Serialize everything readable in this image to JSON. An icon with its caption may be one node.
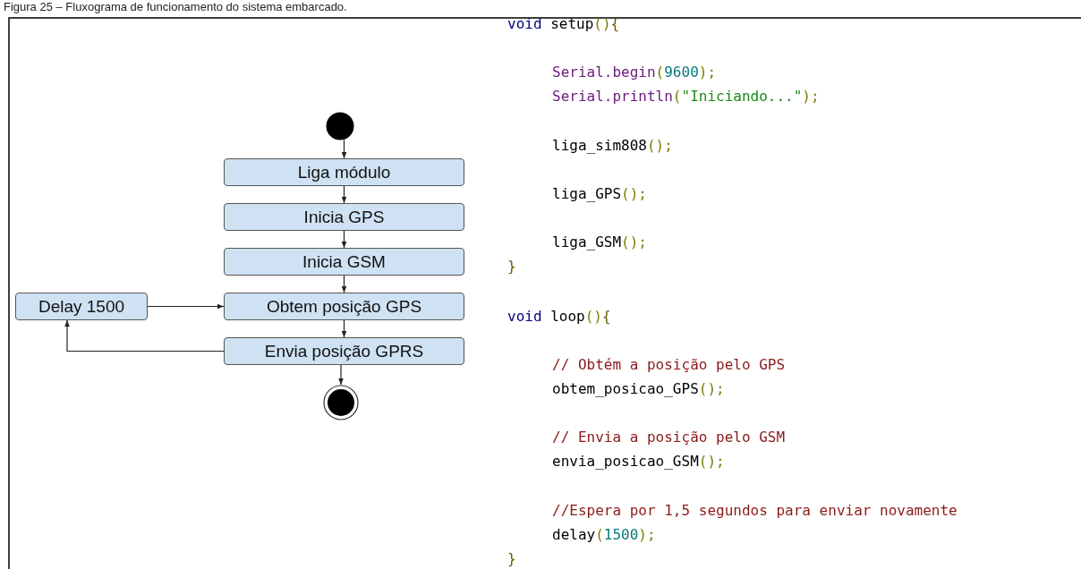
{
  "diagram": {
    "title": "Figura 25 – Fluxograma de funcionamento do sistema embarcado.",
    "nodes": [
      {
        "text": [],
        "shape": "circle"
      },
      {
        "text": [
          "Liga módulo"
        ]
      },
      {
        "text": [
          "Inicia GPS"
        ]
      },
      {
        "text": [
          "Inicia GSM"
        ]
      },
      {
        "text": [
          "Delay 1500"
        ]
      },
      {
        "text": [
          "Obtem posição GPS"
        ]
      },
      {
        "text": [
          "Envia posição GPRS"
        ]
      },
      {
        "text": [],
        "shape": "circle"
      }
    ],
    "edges": [
      {
        "from": 0,
        "to": 1,
        "arrow": "to"
      },
      {
        "from": 1,
        "to": 2,
        "arrow": "to"
      },
      {
        "from": 2,
        "to": 3,
        "arrow": "to"
      },
      {
        "from": 3,
        "to": 5,
        "arrow": "to"
      },
      {
        "from": 4,
        "to": 5,
        "arrow": "to"
      },
      {
        "from": 5,
        "to": 6,
        "arrow": "to"
      },
      {
        "from": 6,
        "to": 4,
        "arrow": "to"
      },
      {
        "from": 6,
        "to": 7,
        "arrow": "to"
      }
    ],
    "labels": [
      "void setup(){",
      "Serial.begin(9600);",
      "Serial.println(\"Iniciando...\");",
      "liga_sim808();",
      "liga_GPS();",
      "liga_GSM();",
      "}",
      "void loop(){",
      "// Obtém a posição pelo GPS",
      "obtem_posicao_GPS();",
      "// Envia a posição pelo GSM",
      "envia_posicao_GSM();",
      "//Espera por 1,5 segundos para enviar novamente",
      "delay(1500);",
      "}"
    ]
  }
}
